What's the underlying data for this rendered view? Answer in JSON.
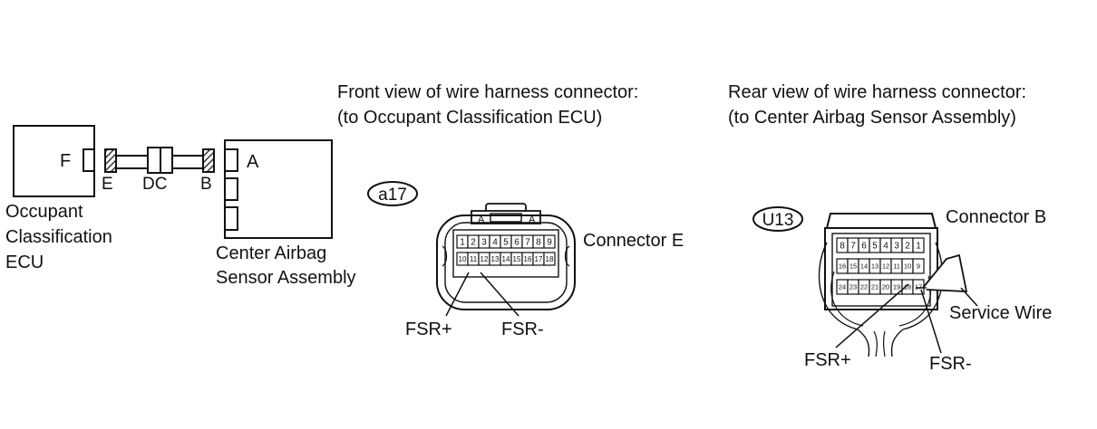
{
  "left": {
    "occupant_ecu_lines": [
      "Occupant",
      "Classification",
      "ECU"
    ],
    "pin_f": "F",
    "conn_e": "E",
    "conn_dc": "DC",
    "conn_b": "B",
    "pin_a": "A",
    "center_sensor_lines": [
      "Center Airbag",
      "Sensor Assembly"
    ]
  },
  "front_view": {
    "heading_lines": [
      "Front view of wire harness connector:",
      "(to Occupant Classification ECU)"
    ],
    "code": "a17",
    "connector_label": "Connector E",
    "row1_pins": [
      "1",
      "2",
      "3",
      "4",
      "5",
      "6",
      "7",
      "8",
      "9"
    ],
    "row2_pins": [
      "10",
      "11",
      "12",
      "13",
      "14",
      "15",
      "16",
      "17",
      "18"
    ],
    "fsr_plus": "FSR+",
    "fsr_minus": "FSR-"
  },
  "rear_view": {
    "heading_lines": [
      "Rear view of wire harness connector:",
      "(to Center Airbag Sensor Assembly)"
    ],
    "code": "U13",
    "connector_label": "Connector B",
    "row1_pins": [
      "8",
      "7",
      "6",
      "5",
      "4",
      "3",
      "2",
      "1"
    ],
    "row2_pins": [
      "16",
      "15",
      "14",
      "13",
      "12",
      "11",
      "10",
      "9"
    ],
    "row3_pins": [
      "24",
      "23",
      "22",
      "21",
      "20",
      "19",
      "18",
      "17"
    ],
    "service_wire": "Service Wire",
    "fsr_plus": "FSR+",
    "fsr_minus": "FSR-"
  }
}
